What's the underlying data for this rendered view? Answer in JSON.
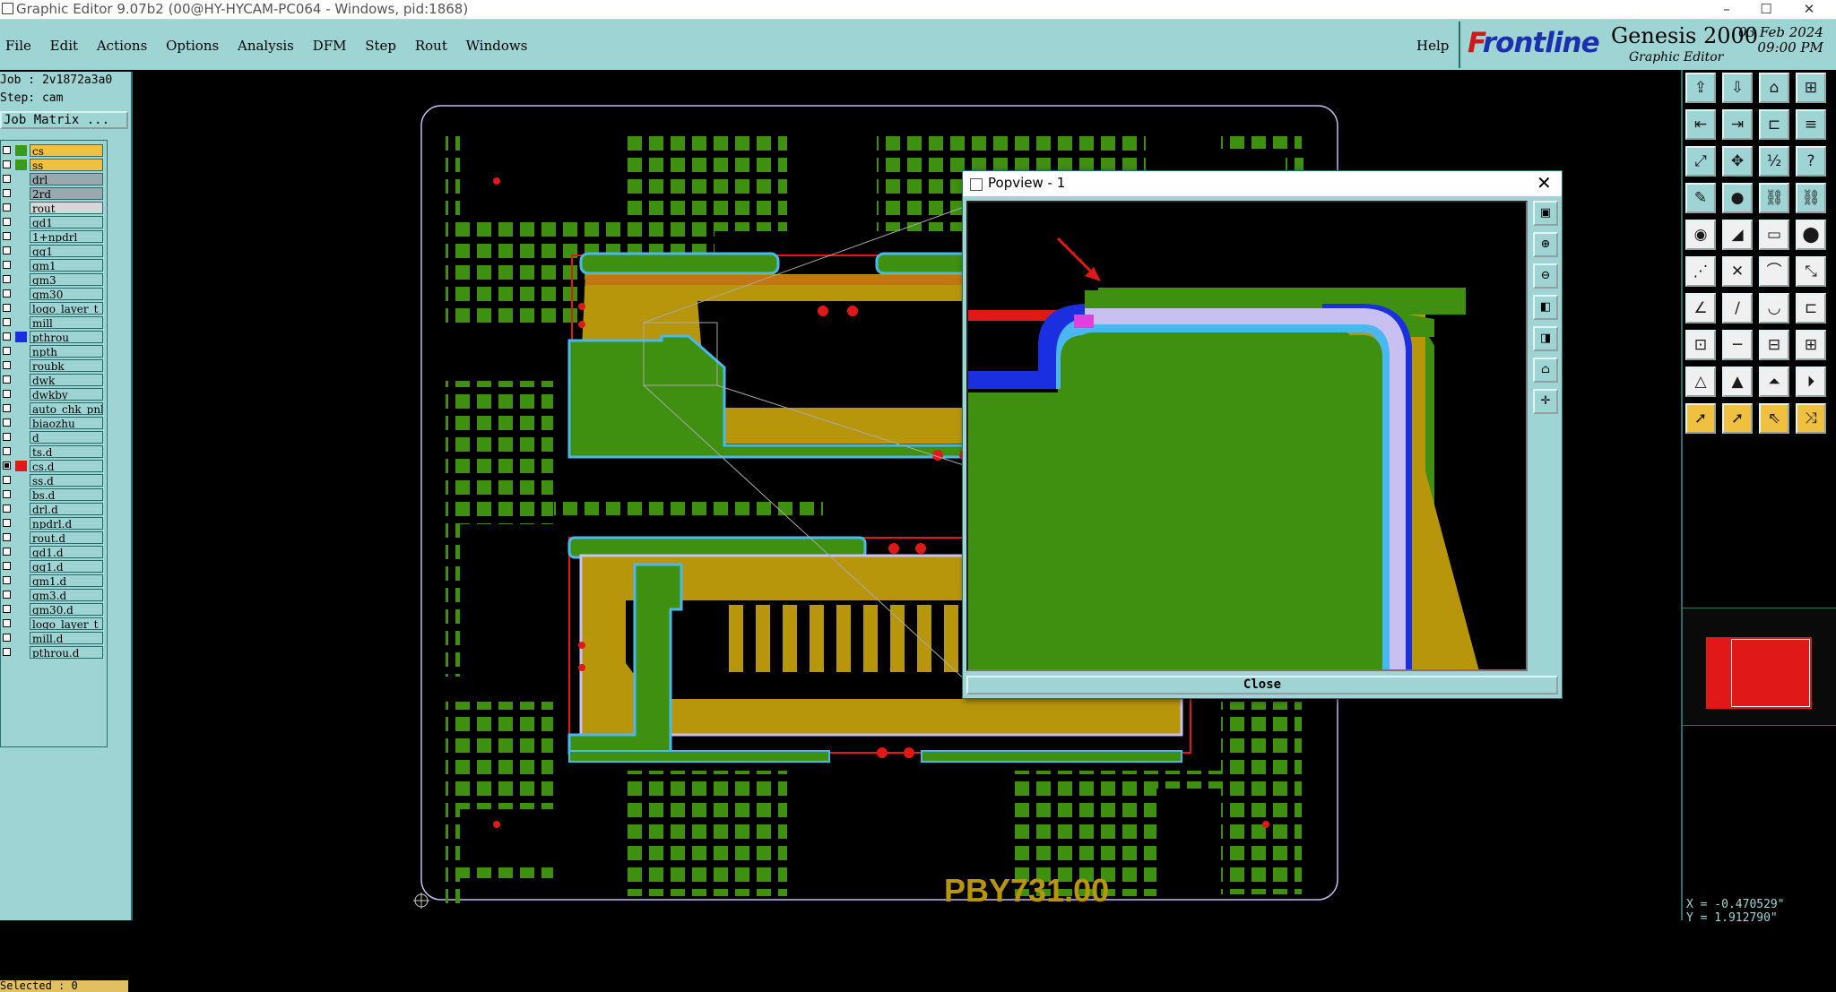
{
  "window": {
    "title": "Graphic Editor 9.07b2 (00@HY-HYCAM-PC064 - Windows, pid:1868)",
    "min": "–",
    "max": "☐",
    "close": "✕"
  },
  "menu": {
    "items": [
      "File",
      "Edit",
      "Actions",
      "Options",
      "Analysis",
      "DFM",
      "Step",
      "Rout",
      "Windows"
    ],
    "help": "Help"
  },
  "brand": {
    "frontline_f": "F",
    "frontline_rest": "rontline",
    "product": "Genesis 2000",
    "subtitle": "Graphic Editor",
    "date": "03 Feb 2024",
    "time": "09:00 PM"
  },
  "job": {
    "job_line": "Job : 2v1872a3a0",
    "step_line": "Step: cam",
    "matrix_button": "Job Matrix ..."
  },
  "layers": [
    {
      "name": "cs",
      "color": "#f0c040",
      "swatch": "#3a9a1a",
      "checked": false,
      "bg": "#f0c040"
    },
    {
      "name": "ss",
      "color": "#f0c040",
      "swatch": "#3a9a1a",
      "checked": false,
      "bg": "#f0c040"
    },
    {
      "name": "drl",
      "swatch": "#9fd4d4",
      "checked": false,
      "bg": "#9aa8b0"
    },
    {
      "name": "2rd",
      "swatch": "#9fd4d4",
      "checked": false,
      "bg": "#9aa8b0"
    },
    {
      "name": "rout",
      "swatch": "#9fd4d4",
      "checked": false,
      "bg": "#d8d8d8"
    },
    {
      "name": "gd1",
      "swatch": "#9fd4d4",
      "checked": false,
      "bg": "#9fd4d4"
    },
    {
      "name": "1+npdrl",
      "swatch": "#9fd4d4",
      "checked": false,
      "bg": "#9fd4d4"
    },
    {
      "name": "gg1",
      "swatch": "#9fd4d4",
      "checked": false,
      "bg": "#9fd4d4"
    },
    {
      "name": "gm1",
      "swatch": "#9fd4d4",
      "checked": false,
      "bg": "#9fd4d4"
    },
    {
      "name": "gm3",
      "swatch": "#9fd4d4",
      "checked": false,
      "bg": "#9fd4d4"
    },
    {
      "name": "gm30",
      "swatch": "#9fd4d4",
      "checked": false,
      "bg": "#9fd4d4"
    },
    {
      "name": "logo_layer_t",
      "swatch": "#9fd4d4",
      "checked": false,
      "bg": "#9fd4d4"
    },
    {
      "name": "mill",
      "swatch": "#9fd4d4",
      "checked": false,
      "bg": "#9fd4d4"
    },
    {
      "name": "pthrou",
      "swatch": "#1a30e0",
      "checked": false,
      "bg": "#9fd4d4"
    },
    {
      "name": "npth",
      "swatch": "#9fd4d4",
      "checked": false,
      "bg": "#9fd4d4"
    },
    {
      "name": "roubk",
      "swatch": "#9fd4d4",
      "checked": false,
      "bg": "#9fd4d4"
    },
    {
      "name": "dwk",
      "swatch": "#9fd4d4",
      "checked": false,
      "bg": "#9fd4d4"
    },
    {
      "name": "dwkby",
      "swatch": "#9fd4d4",
      "checked": false,
      "bg": "#9fd4d4"
    },
    {
      "name": "auto_chk_pnl",
      "swatch": "#9fd4d4",
      "checked": false,
      "bg": "#9fd4d4"
    },
    {
      "name": "biaozhu",
      "swatch": "#9fd4d4",
      "checked": false,
      "bg": "#9fd4d4"
    },
    {
      "name": "d",
      "swatch": "#9fd4d4",
      "checked": false,
      "bg": "#9fd4d4"
    },
    {
      "name": "ts.d",
      "swatch": "#9fd4d4",
      "checked": false,
      "bg": "#9fd4d4"
    },
    {
      "name": "cs.d",
      "swatch": "#e01818",
      "checked": true,
      "bg": "#9fd4d4"
    },
    {
      "name": "ss.d",
      "swatch": "#9fd4d4",
      "checked": false,
      "bg": "#9fd4d4"
    },
    {
      "name": "bs.d",
      "swatch": "#9fd4d4",
      "checked": false,
      "bg": "#9fd4d4"
    },
    {
      "name": "drl.d",
      "swatch": "#9fd4d4",
      "checked": false,
      "bg": "#9fd4d4"
    },
    {
      "name": "npdrl.d",
      "swatch": "#9fd4d4",
      "checked": false,
      "bg": "#9fd4d4"
    },
    {
      "name": "rout.d",
      "swatch": "#9fd4d4",
      "checked": false,
      "bg": "#9fd4d4"
    },
    {
      "name": "gd1.d",
      "swatch": "#9fd4d4",
      "checked": false,
      "bg": "#9fd4d4"
    },
    {
      "name": "gg1.d",
      "swatch": "#9fd4d4",
      "checked": false,
      "bg": "#9fd4d4"
    },
    {
      "name": "gm1.d",
      "swatch": "#9fd4d4",
      "checked": false,
      "bg": "#9fd4d4"
    },
    {
      "name": "gm3.d",
      "swatch": "#9fd4d4",
      "checked": false,
      "bg": "#9fd4d4"
    },
    {
      "name": "gm30.d",
      "swatch": "#9fd4d4",
      "checked": false,
      "bg": "#9fd4d4"
    },
    {
      "name": "logo_layer_t",
      "swatch": "#9fd4d4",
      "checked": false,
      "bg": "#9fd4d4"
    },
    {
      "name": "mill.d",
      "swatch": "#9fd4d4",
      "checked": false,
      "bg": "#9fd4d4"
    },
    {
      "name": "pthrou.d",
      "swatch": "#9fd4d4",
      "checked": false,
      "bg": "#9fd4d4"
    }
  ],
  "status": {
    "selected": "Selected : 0",
    "coord_x": "X = -0.470529\"",
    "coord_y": "Y = 1.912790\""
  },
  "board": {
    "label": "PBY731.00"
  },
  "popview": {
    "title": "Popview - 1",
    "close_label": "Close",
    "close_icon": "✕"
  },
  "colors": {
    "ui_cyan": "#9fd4d4",
    "copper_green": "#3f8f10",
    "soldermask_gold": "#b8960c",
    "drill_red": "#e01818",
    "pthrou_blue": "#1a30e0",
    "highlight_cyan": "#4ab8f0",
    "lavender": "#c8c0f0"
  }
}
